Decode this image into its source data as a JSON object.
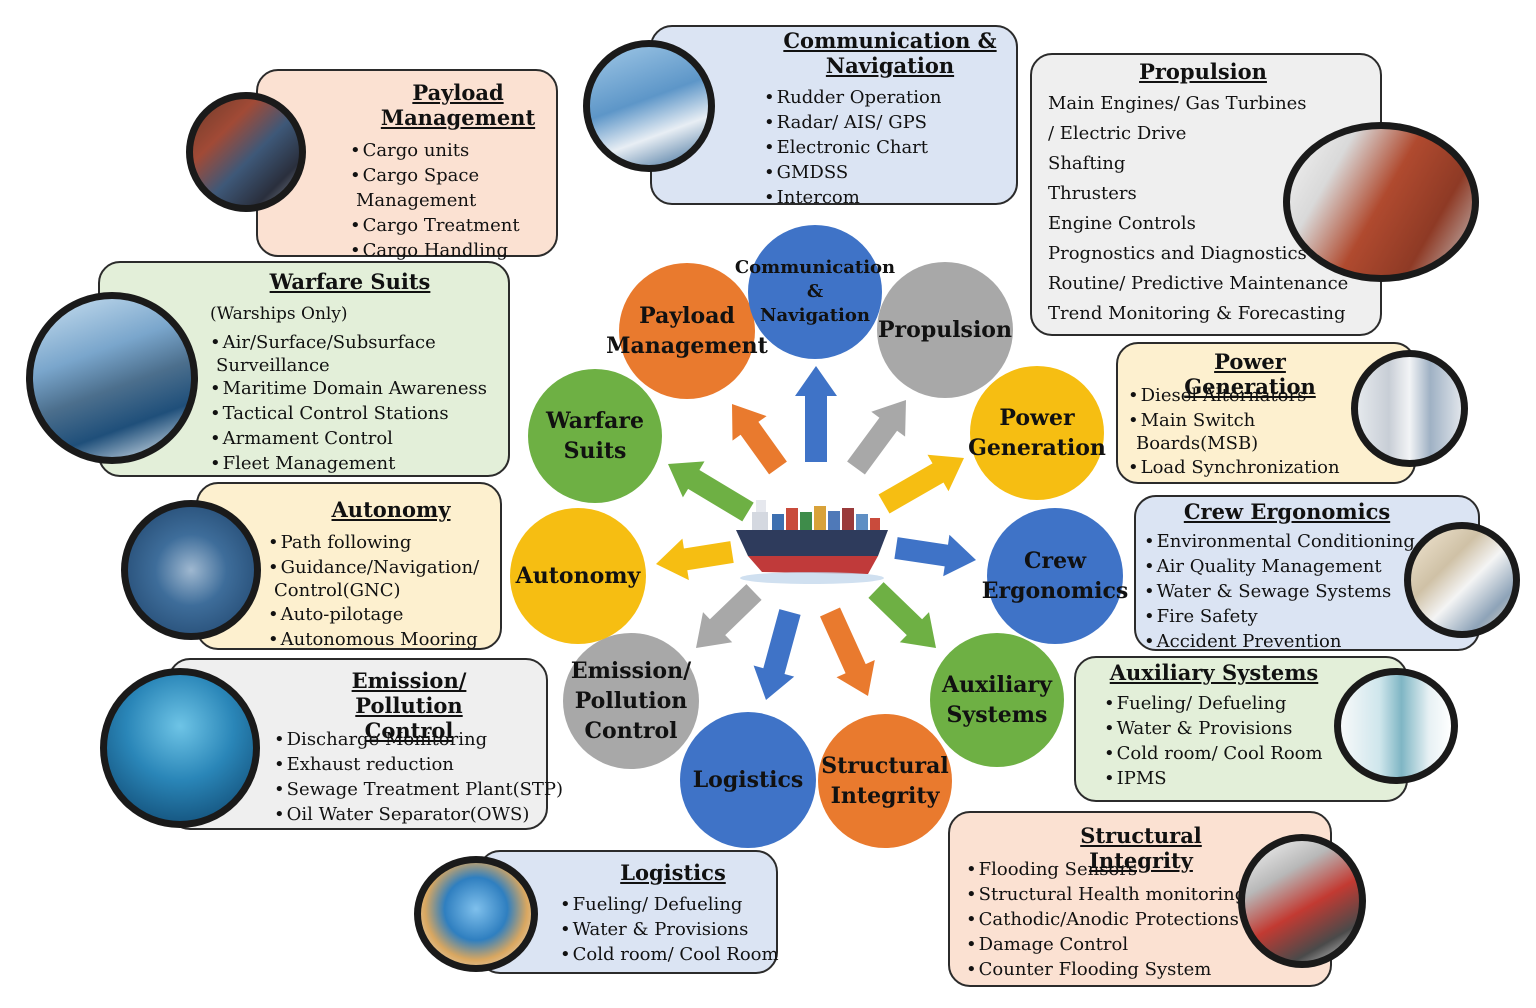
{
  "colors": {
    "orange": "#e97a2e",
    "blue": "#3f73c7",
    "gray": "#a8a8a8",
    "yellow": "#f6be12",
    "green": "#6eb044",
    "box_peach": "#fbe1d2",
    "box_blue": "#dbe4f3",
    "box_gray": "#efefef",
    "box_green": "#e3efd9",
    "box_yellow": "#fdf0cf"
  },
  "circles": {
    "payload": "Payload\nManagement",
    "comm": "Communication\n&\nNavigation",
    "propulsion": "Propulsion",
    "power": "Power\nGeneration",
    "crew": "Crew\nErgonomics",
    "auxiliary": "Auxiliary\nSystems",
    "structural": "Structural\nIntegrity",
    "logistics": "Logistics",
    "emission": "Emission/\nPollution\nControl",
    "autonomy": "Autonomy",
    "warfare": "Warfare\nSuits"
  },
  "boxes": {
    "payload": {
      "title": "Payload\nManagement",
      "items": [
        "Cargo units",
        "Cargo Space",
        "Management",
        "Cargo Treatment",
        "Cargo Handling"
      ]
    },
    "comm": {
      "title": "Communication &\nNavigation",
      "items": [
        "Rudder Operation",
        "Radar/ AIS/ GPS",
        "Electronic Chart",
        "GMDSS",
        "Intercom"
      ]
    },
    "propulsion": {
      "title": "Propulsion",
      "items": [
        "Main Engines/ Gas Turbines",
        "/ Electric Drive",
        "Shafting",
        "Thrusters",
        "Engine Controls",
        "Prognostics and Diagnostics",
        "Routine/ Predictive Maintenance",
        "Trend Monitoring & Forecasting"
      ]
    },
    "warfare": {
      "title": "Warfare Suits",
      "items": [
        "(Warships Only)",
        "Air/Surface/Subsurface",
        "Surveillance",
        "Maritime Domain Awareness",
        "Tactical Control Stations",
        "Armament Control",
        "Fleet Management"
      ]
    },
    "power": {
      "title": "Power Generation",
      "items": [
        "Diesel Alternators",
        "Main Switch",
        "Boards(MSB)",
        "Load Synchronization"
      ]
    },
    "autonomy": {
      "title": "Autonomy",
      "items": [
        "Path following",
        "Guidance/Navigation/",
        "Control(GNC)",
        "Auto-pilotage",
        "Autonomous Mooring"
      ]
    },
    "crew": {
      "title": "Crew Ergonomics",
      "items": [
        "Environmental Conditioning",
        "Air Quality Management",
        "Water & Sewage Systems",
        "Fire Safety",
        "Accident Prevention"
      ]
    },
    "emission": {
      "title": "Emission/ Pollution\nControl",
      "items": [
        "Discharge Monitoring",
        "Exhaust reduction",
        "Sewage Treatment Plant(STP)",
        "Oil Water Separator(OWS)"
      ]
    },
    "auxiliary": {
      "title": "Auxiliary Systems",
      "items": [
        "Fueling/ Defueling",
        "Water & Provisions",
        "Cold room/ Cool Room",
        "IPMS"
      ]
    },
    "logistics": {
      "title": "Logistics",
      "items": [
        "Fueling/ Defueling",
        "Water & Provisions",
        "Cold room/ Cool Room"
      ]
    },
    "structural": {
      "title": "Structural Integrity",
      "items": [
        "Flooding Sensors",
        "Structural Health monitoring",
        "Cathodic/Anodic Protections",
        "Damage Control",
        "Counter Flooding System"
      ]
    }
  }
}
